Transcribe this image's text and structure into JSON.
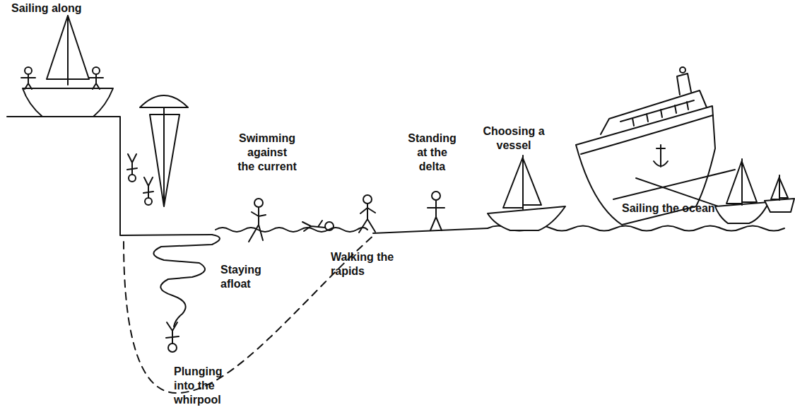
{
  "diagram": {
    "labels": [
      "Sailing along",
      "Plunging into the whirpool",
      "Staying afloat",
      "Swimming against the current",
      "Walking the rapids",
      "Standing at the delta",
      "Choosing a vessel",
      "Sailing the ocean"
    ]
  }
}
